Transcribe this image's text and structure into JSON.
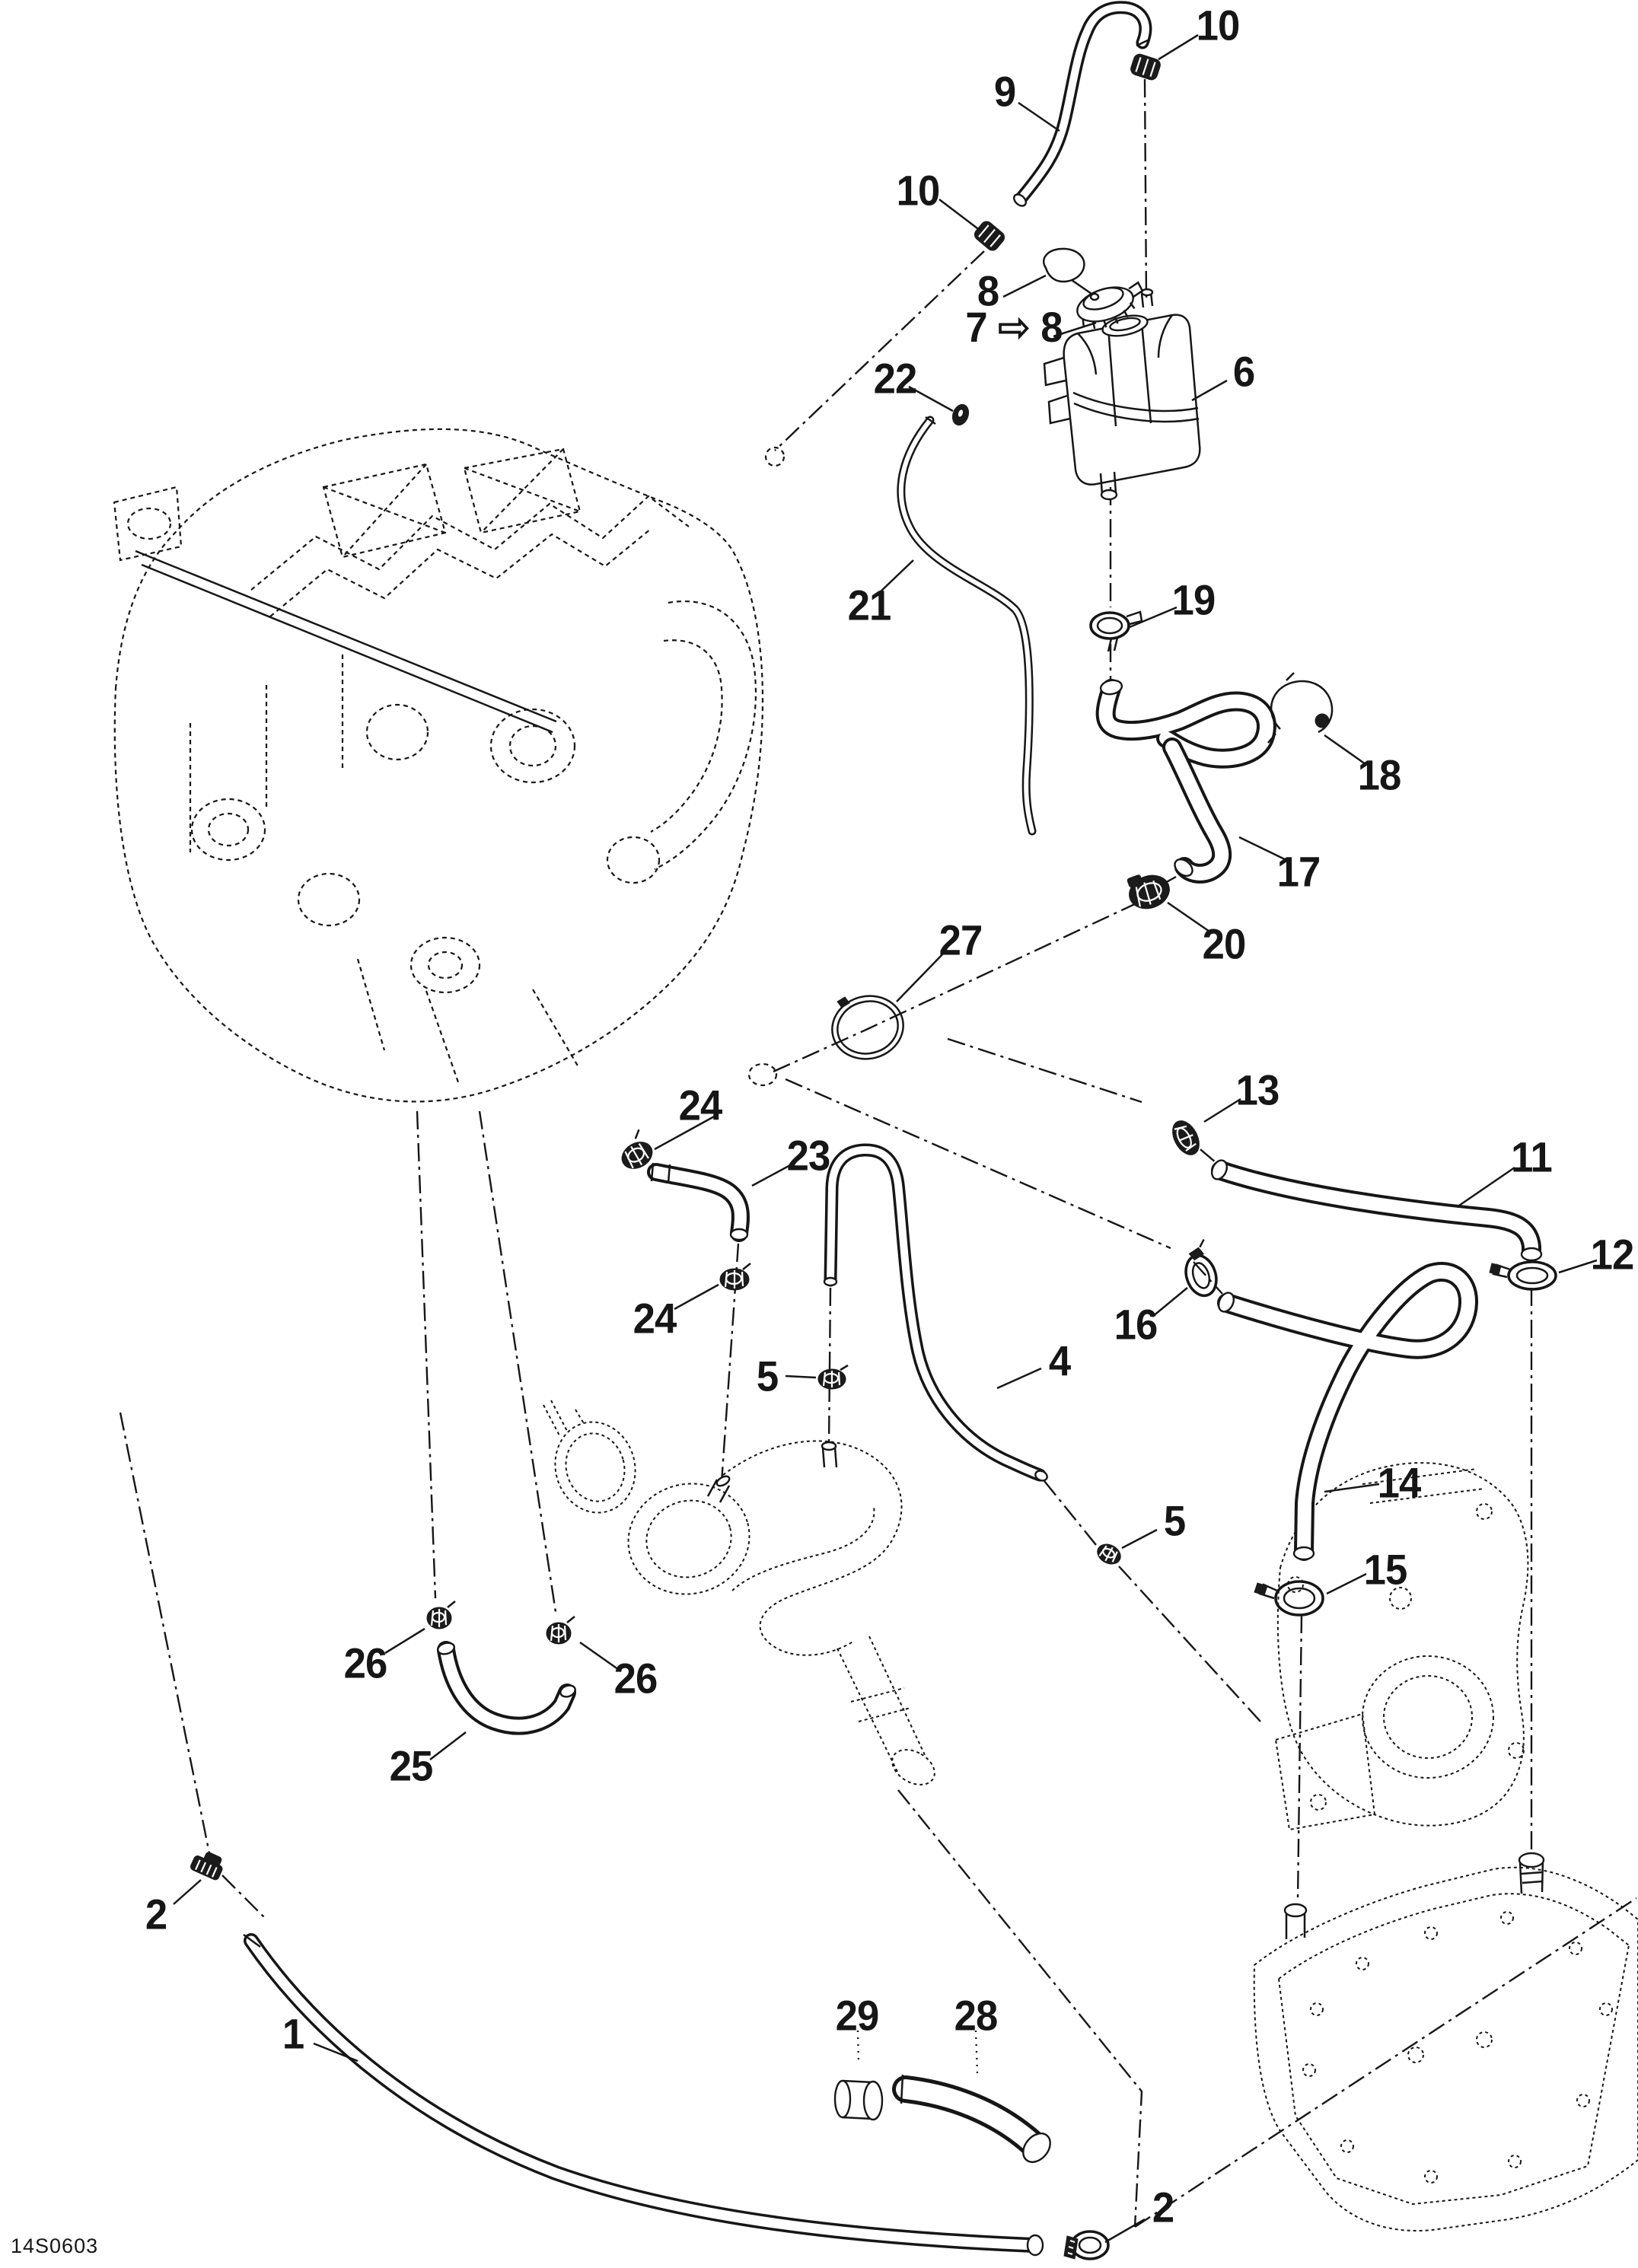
{
  "diagram": {
    "kind": "exploded-parts-diagram",
    "subject": "engine cooling system with coolant reservoir, hoses, clamps, jet pump and ride plate"
  },
  "footer": {
    "part_number": "14S0603"
  },
  "colors": {
    "line": "#161616",
    "background": "#ffffff"
  },
  "callouts": [
    {
      "key": "1",
      "text": "1"
    },
    {
      "key": "2a",
      "text": "2"
    },
    {
      "key": "2b",
      "text": "2"
    },
    {
      "key": "4",
      "text": "4"
    },
    {
      "key": "5a",
      "text": "5"
    },
    {
      "key": "5b",
      "text": "5"
    },
    {
      "key": "6",
      "text": "6"
    },
    {
      "key": "7-8",
      "text": "7 ⇨ 8"
    },
    {
      "key": "8",
      "text": "8"
    },
    {
      "key": "9",
      "text": "9"
    },
    {
      "key": "10a",
      "text": "10"
    },
    {
      "key": "10b",
      "text": "10"
    },
    {
      "key": "11",
      "text": "11"
    },
    {
      "key": "12",
      "text": "12"
    },
    {
      "key": "13",
      "text": "13"
    },
    {
      "key": "14",
      "text": "14"
    },
    {
      "key": "15",
      "text": "15"
    },
    {
      "key": "16",
      "text": "16"
    },
    {
      "key": "17",
      "text": "17"
    },
    {
      "key": "18",
      "text": "18"
    },
    {
      "key": "19",
      "text": "19"
    },
    {
      "key": "20",
      "text": "20"
    },
    {
      "key": "21",
      "text": "21"
    },
    {
      "key": "22",
      "text": "22"
    },
    {
      "key": "23",
      "text": "23"
    },
    {
      "key": "24a",
      "text": "24"
    },
    {
      "key": "24b",
      "text": "24"
    },
    {
      "key": "25",
      "text": "25"
    },
    {
      "key": "26a",
      "text": "26"
    },
    {
      "key": "26b",
      "text": "26"
    },
    {
      "key": "27",
      "text": "27"
    },
    {
      "key": "28",
      "text": "28"
    },
    {
      "key": "29",
      "text": "29"
    }
  ]
}
